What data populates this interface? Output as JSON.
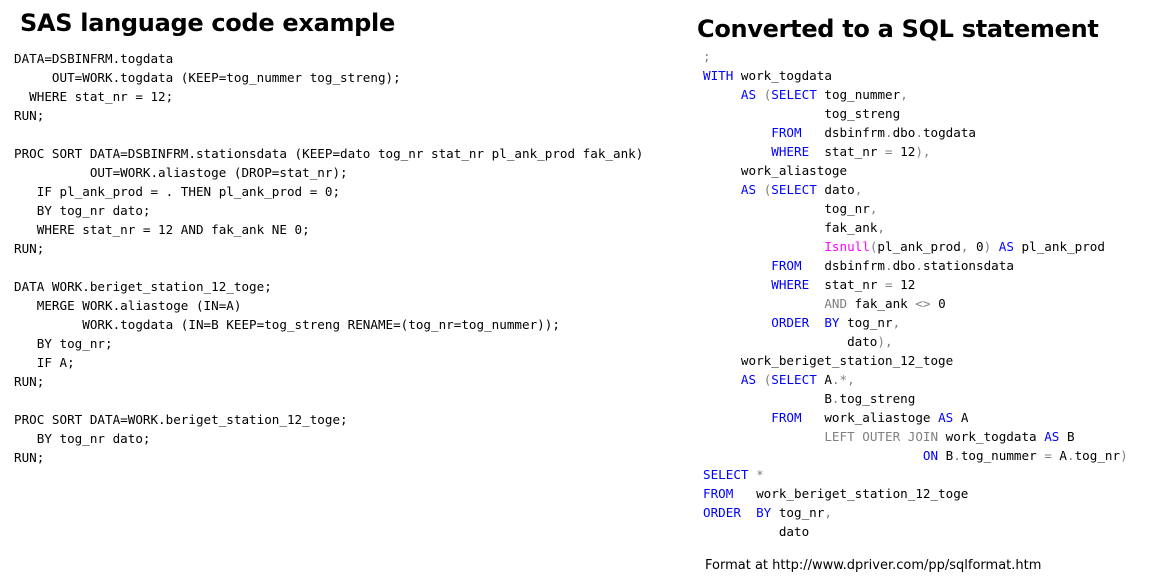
{
  "sas": {
    "heading": "SAS language code example",
    "lines": [
      "DATA=DSBINFRM.togdata",
      "     OUT=WORK.togdata (KEEP=tog_nummer tog_streng);",
      "  WHERE stat_nr = 12;",
      "RUN;",
      "",
      "PROC SORT DATA=DSBINFRM.stationsdata (KEEP=dato tog_nr stat_nr pl_ank_prod fak_ank)",
      "          OUT=WORK.aliastoge (DROP=stat_nr);",
      "   IF pl_ank_prod = . THEN pl_ank_prod = 0;",
      "   BY tog_nr dato;",
      "   WHERE stat_nr = 12 AND fak_ank NE 0;",
      "RUN;",
      "",
      "DATA WORK.beriget_station_12_toge;",
      "   MERGE WORK.aliastoge (IN=A)",
      "         WORK.togdata (IN=B KEEP=tog_streng RENAME=(tog_nr=tog_nummer));",
      "   BY tog_nr;",
      "   IF A;",
      "RUN;",
      "",
      "PROC SORT DATA=WORK.beriget_station_12_toge;",
      "   BY tog_nr dato;",
      "RUN;"
    ]
  },
  "sql": {
    "heading": "Converted to a SQL statement",
    "lines": [
      [
        [
          "op",
          ";"
        ]
      ],
      [
        [
          "kw",
          "WITH"
        ],
        [
          "tx",
          " work_togdata"
        ]
      ],
      [
        [
          "ws",
          "     "
        ],
        [
          "kw",
          "AS"
        ],
        [
          "tx",
          " "
        ],
        [
          "op",
          "("
        ],
        [
          "kw",
          "SELECT"
        ],
        [
          "tx",
          " tog_nummer"
        ],
        [
          "op",
          ","
        ]
      ],
      [
        [
          "ws",
          "                "
        ],
        [
          "tx",
          "tog_streng"
        ]
      ],
      [
        [
          "ws",
          "         "
        ],
        [
          "kw",
          "FROM"
        ],
        [
          "tx",
          "   dsbinfrm"
        ],
        [
          "op",
          "."
        ],
        [
          "tx",
          "dbo"
        ],
        [
          "op",
          "."
        ],
        [
          "tx",
          "togdata"
        ]
      ],
      [
        [
          "ws",
          "         "
        ],
        [
          "kw",
          "WHERE"
        ],
        [
          "tx",
          "  stat_nr "
        ],
        [
          "op",
          "="
        ],
        [
          "tx",
          " 12"
        ],
        [
          "op",
          "),"
        ]
      ],
      [
        [
          "ws",
          "     "
        ],
        [
          "tx",
          "work_aliastoge"
        ]
      ],
      [
        [
          "ws",
          "     "
        ],
        [
          "kw",
          "AS"
        ],
        [
          "tx",
          " "
        ],
        [
          "op",
          "("
        ],
        [
          "kw",
          "SELECT"
        ],
        [
          "tx",
          " dato"
        ],
        [
          "op",
          ","
        ]
      ],
      [
        [
          "ws",
          "                "
        ],
        [
          "tx",
          "tog_nr"
        ],
        [
          "op",
          ","
        ]
      ],
      [
        [
          "ws",
          "                "
        ],
        [
          "tx",
          "fak_ank"
        ],
        [
          "op",
          ","
        ]
      ],
      [
        [
          "ws",
          "                "
        ],
        [
          "fn",
          "Isnull"
        ],
        [
          "op",
          "("
        ],
        [
          "tx",
          "pl_ank_prod"
        ],
        [
          "op",
          ","
        ],
        [
          "tx",
          " 0"
        ],
        [
          "op",
          ")"
        ],
        [
          "tx",
          " "
        ],
        [
          "kw",
          "AS"
        ],
        [
          "tx",
          " pl_ank_prod"
        ]
      ],
      [
        [
          "ws",
          "         "
        ],
        [
          "kw",
          "FROM"
        ],
        [
          "tx",
          "   dsbinfrm"
        ],
        [
          "op",
          "."
        ],
        [
          "tx",
          "dbo"
        ],
        [
          "op",
          "."
        ],
        [
          "tx",
          "stationsdata"
        ]
      ],
      [
        [
          "ws",
          "         "
        ],
        [
          "kw",
          "WHERE"
        ],
        [
          "tx",
          "  stat_nr "
        ],
        [
          "op",
          "="
        ],
        [
          "tx",
          " 12"
        ]
      ],
      [
        [
          "ws",
          "                "
        ],
        [
          "op",
          "AND"
        ],
        [
          "tx",
          " fak_ank "
        ],
        [
          "op",
          "<>"
        ],
        [
          "tx",
          " 0"
        ]
      ],
      [
        [
          "ws",
          "         "
        ],
        [
          "kw",
          "ORDER"
        ],
        [
          "tx",
          "  "
        ],
        [
          "kw",
          "BY"
        ],
        [
          "tx",
          " tog_nr"
        ],
        [
          "op",
          ","
        ]
      ],
      [
        [
          "ws",
          "                   "
        ],
        [
          "tx",
          "dato"
        ],
        [
          "op",
          "),"
        ]
      ],
      [
        [
          "ws",
          "     "
        ],
        [
          "tx",
          "work_beriget_station_12_toge"
        ]
      ],
      [
        [
          "ws",
          "     "
        ],
        [
          "kw",
          "AS"
        ],
        [
          "tx",
          " "
        ],
        [
          "op",
          "("
        ],
        [
          "kw",
          "SELECT"
        ],
        [
          "tx",
          " A"
        ],
        [
          "op",
          ".*,"
        ]
      ],
      [
        [
          "ws",
          "                "
        ],
        [
          "tx",
          "B"
        ],
        [
          "op",
          "."
        ],
        [
          "tx",
          "tog_streng"
        ]
      ],
      [
        [
          "ws",
          "         "
        ],
        [
          "kw",
          "FROM"
        ],
        [
          "tx",
          "   work_aliastoge "
        ],
        [
          "kw",
          "AS"
        ],
        [
          "tx",
          " A"
        ]
      ],
      [
        [
          "ws",
          "                "
        ],
        [
          "op",
          "LEFT OUTER JOIN"
        ],
        [
          "tx",
          " work_togdata "
        ],
        [
          "kw",
          "AS"
        ],
        [
          "tx",
          " B"
        ]
      ],
      [
        [
          "ws",
          "                             "
        ],
        [
          "kw",
          "ON"
        ],
        [
          "tx",
          " B"
        ],
        [
          "op",
          "."
        ],
        [
          "tx",
          "tog_nummer "
        ],
        [
          "op",
          "="
        ],
        [
          "tx",
          " A"
        ],
        [
          "op",
          "."
        ],
        [
          "tx",
          "tog_nr"
        ],
        [
          "op",
          ")"
        ]
      ],
      [
        [
          "kw",
          "SELECT"
        ],
        [
          "tx",
          " "
        ],
        [
          "op",
          "*"
        ]
      ],
      [
        [
          "kw",
          "FROM"
        ],
        [
          "tx",
          "   work_beriget_station_12_toge"
        ]
      ],
      [
        [
          "kw",
          "ORDER"
        ],
        [
          "tx",
          "  "
        ],
        [
          "kw",
          "BY"
        ],
        [
          "tx",
          " tog_nr"
        ],
        [
          "op",
          ","
        ]
      ],
      [
        [
          "ws",
          "          "
        ],
        [
          "tx",
          "dato"
        ]
      ]
    ]
  },
  "footer": {
    "text": "Format at http://www.dpriver.com/pp/sqlformat.htm"
  },
  "colors": {
    "keyword": "#0000ff",
    "function": "#ff00ff",
    "operator": "#808080",
    "text": "#000000"
  }
}
